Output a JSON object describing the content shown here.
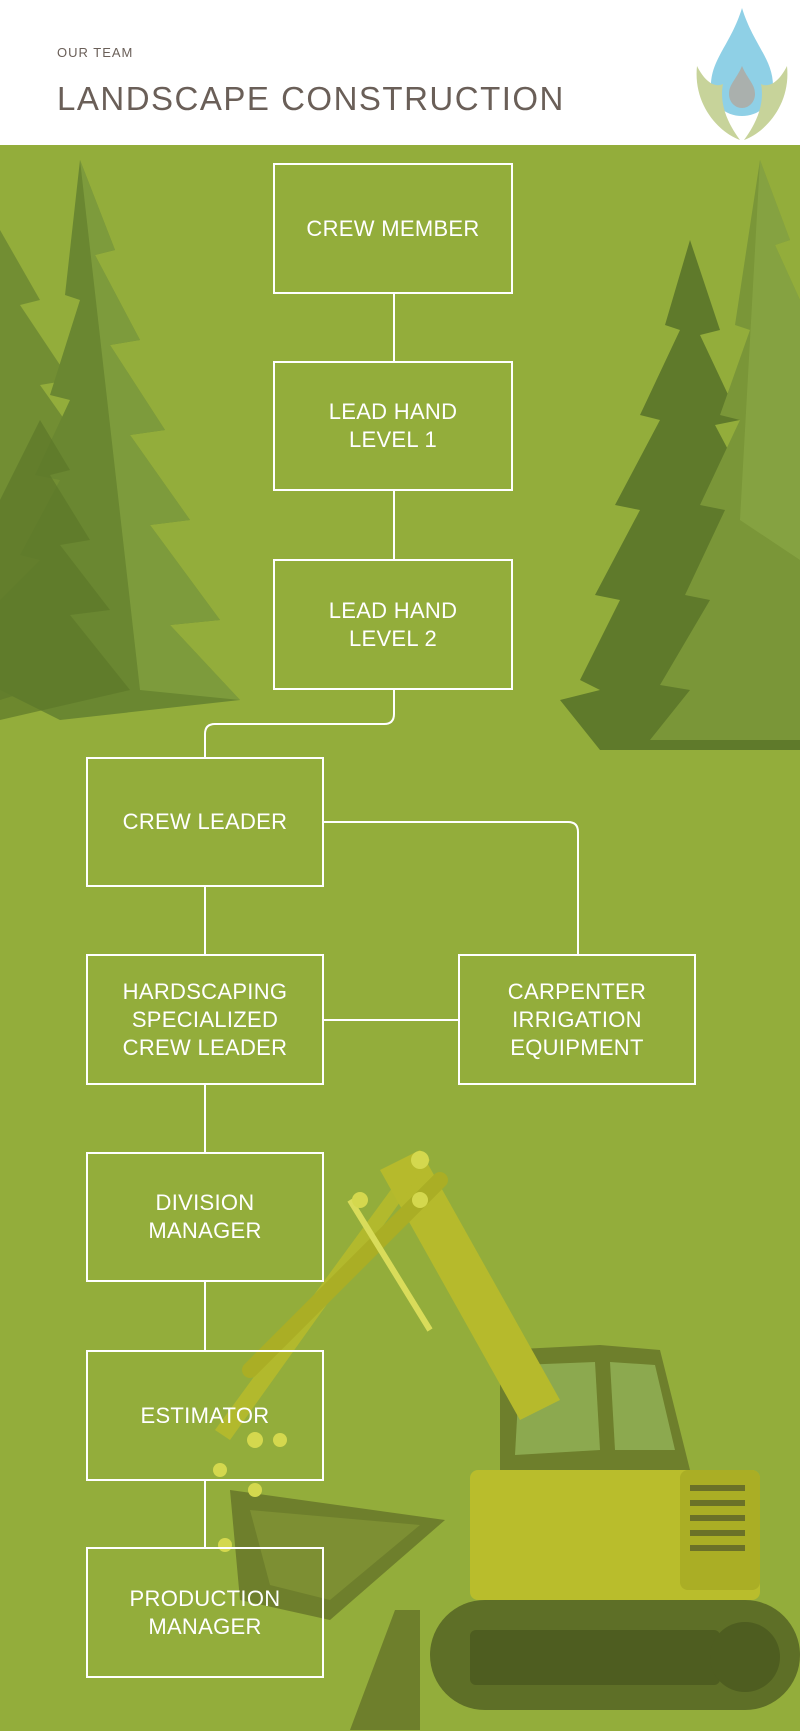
{
  "header": {
    "eyebrow": "OUR TEAM",
    "title": "LANDSCAPE CONSTRUCTION"
  },
  "colors": {
    "background": "#93ad3b",
    "header_background": "#ffffff",
    "title_text": "#6a5f58",
    "box_border": "#ffffff",
    "tree_dark": "#5f7a2e",
    "tree_light": "#7f9c3a",
    "excavator_yellow": "#b9bd2c",
    "logo_drop": "#8fd0e6",
    "logo_leaf": "#c7d39a"
  },
  "icons": [
    "water-drop-logo-icon",
    "pine-tree-illustration",
    "excavator-illustration"
  ],
  "org_chart": {
    "nodes": [
      {
        "id": "crew-member",
        "label": "CREW MEMBER"
      },
      {
        "id": "lead-hand-1",
        "label": "LEAD HAND\nLEVEL 1"
      },
      {
        "id": "lead-hand-2",
        "label": "LEAD HAND\nLEVEL 2"
      },
      {
        "id": "crew-leader",
        "label": "CREW LEADER"
      },
      {
        "id": "hardscaping",
        "label": "HARDSCAPING\nSPECIALIZED\nCREW LEADER"
      },
      {
        "id": "carpenter",
        "label": "CARPENTER\nIRRIGATION\nEQUIPMENT"
      },
      {
        "id": "division-manager",
        "label": "DIVISION\nMANAGER"
      },
      {
        "id": "estimator",
        "label": "ESTIMATOR"
      },
      {
        "id": "production-manager",
        "label": "PRODUCTION\nMANAGER"
      }
    ],
    "edges": [
      [
        "crew-member",
        "lead-hand-1"
      ],
      [
        "lead-hand-1",
        "lead-hand-2"
      ],
      [
        "lead-hand-2",
        "crew-leader"
      ],
      [
        "crew-leader",
        "carpenter"
      ],
      [
        "crew-leader",
        "hardscaping"
      ],
      [
        "hardscaping",
        "carpenter"
      ],
      [
        "hardscaping",
        "division-manager"
      ],
      [
        "division-manager",
        "estimator"
      ],
      [
        "estimator",
        "production-manager"
      ]
    ]
  }
}
